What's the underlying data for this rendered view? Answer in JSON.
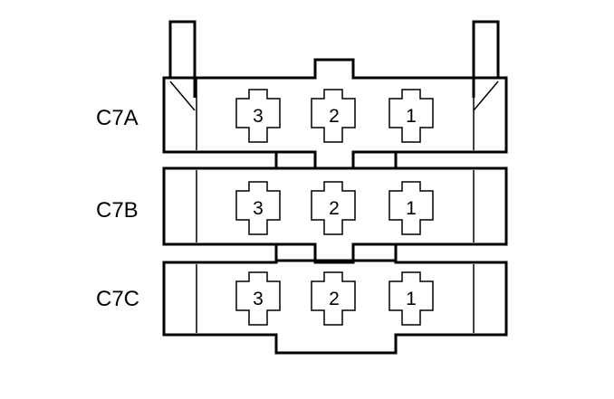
{
  "connector": {
    "rows": [
      {
        "label": "C7A",
        "cavities": [
          "3",
          "2",
          "1"
        ]
      },
      {
        "label": "C7B",
        "cavities": [
          "3",
          "2",
          "1"
        ]
      },
      {
        "label": "C7C",
        "cavities": [
          "3",
          "2",
          "1"
        ]
      }
    ],
    "colors": {
      "stroke": "#000000",
      "background": "#ffffff"
    }
  }
}
